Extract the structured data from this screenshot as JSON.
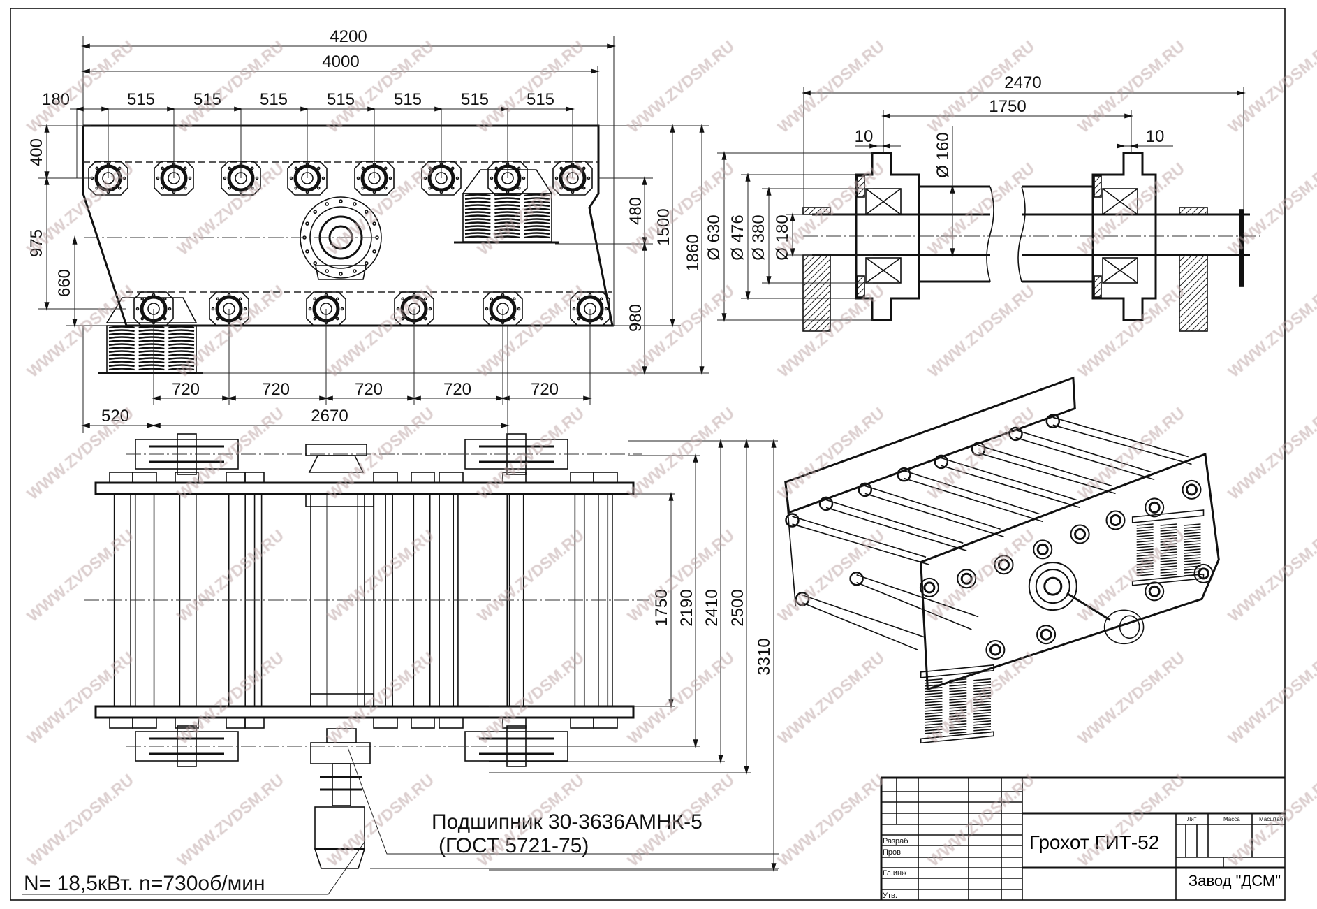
{
  "side_view": {
    "overall_length": "4200",
    "frame_length": "4000",
    "end_offset": "180",
    "upper_pitch": [
      "515",
      "515",
      "515",
      "515",
      "515",
      "515",
      "515"
    ],
    "lower_pitch": [
      "720",
      "720",
      "720",
      "720",
      "720"
    ],
    "support_offset": "520",
    "support_span": "2670",
    "top_offset": "400",
    "axle_drop": "975",
    "support_height": "660",
    "upper_spring": "480",
    "lower_spring": "980",
    "body_height": "1500",
    "total_height": "1860"
  },
  "section_view": {
    "overall_width": "2470",
    "bearing_span": "1750",
    "gap_left": "10",
    "gap_right": "10",
    "d_tube": "Ø 160",
    "d_630": "Ø 630",
    "d_476": "Ø 476",
    "d_380": "Ø 380",
    "d_180": "Ø 180"
  },
  "plan_view": {
    "d_1750": "1750",
    "d_2190": "2190",
    "d_2410": "2410",
    "d_2500": "2500",
    "d_3310": "3310"
  },
  "notes": {
    "bearing": "Подшипник  30-3636АМНК-5",
    "standard": "(ГОСТ 5721-75)",
    "motor": "N= 18,5кВт. n=730об/мин"
  },
  "title_block": {
    "title": "Грохот ГИТ-52",
    "company": "Завод \"ДСМ\"",
    "lit": "Лит",
    "mass": "Масса",
    "scale": "Масштаб",
    "rows": [
      "Разраб",
      "Пров",
      "Гл.инж",
      "Утв."
    ]
  },
  "watermark": "WWW.ZVDSM.RU"
}
